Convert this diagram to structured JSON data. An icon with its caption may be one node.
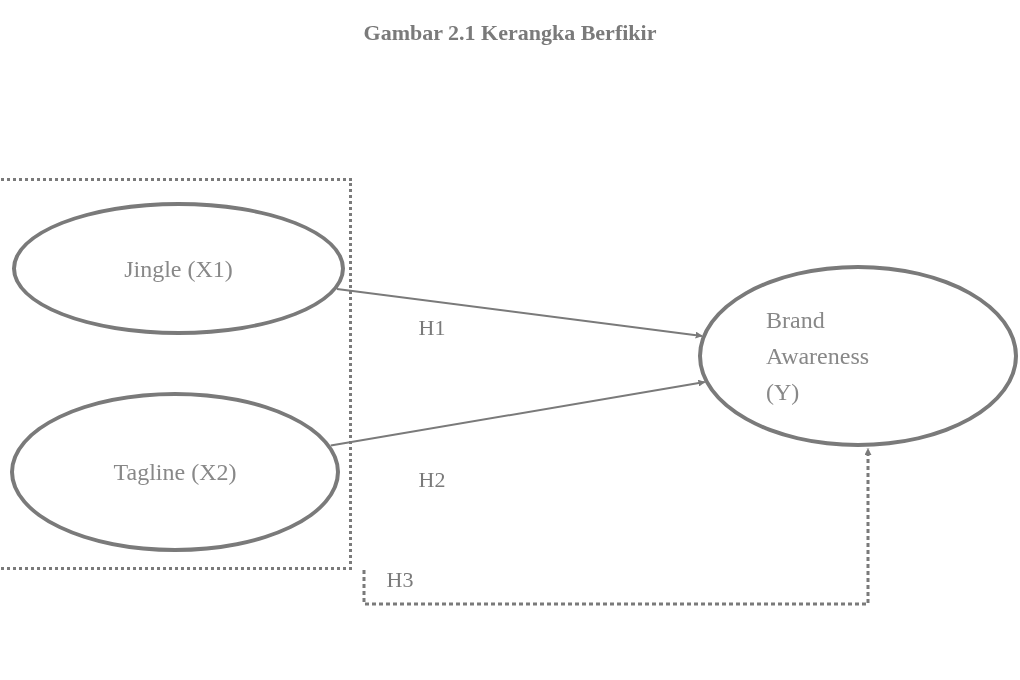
{
  "diagram": {
    "title": "Gambar 2.1 Kerangka Berfikir",
    "nodes": [
      {
        "text": [],
        "shape": "box"
      },
      {
        "text": [
          "Jingle (X1)"
        ],
        "in": 0
      },
      {
        "text": [
          "Tagline (X2)"
        ],
        "in": 0
      },
      {
        "text": [
          "Brand Awareness (Y)"
        ]
      }
    ],
    "edges": [
      {
        "from": 1,
        "to": 3,
        "arrow": "to",
        "label": "H1"
      },
      {
        "from": 2,
        "to": 3,
        "arrow": "to",
        "label": "H2"
      },
      {
        "from": 0,
        "to": 3,
        "arrow": "to",
        "label": "H3",
        "style": "dashed"
      }
    ]
  }
}
